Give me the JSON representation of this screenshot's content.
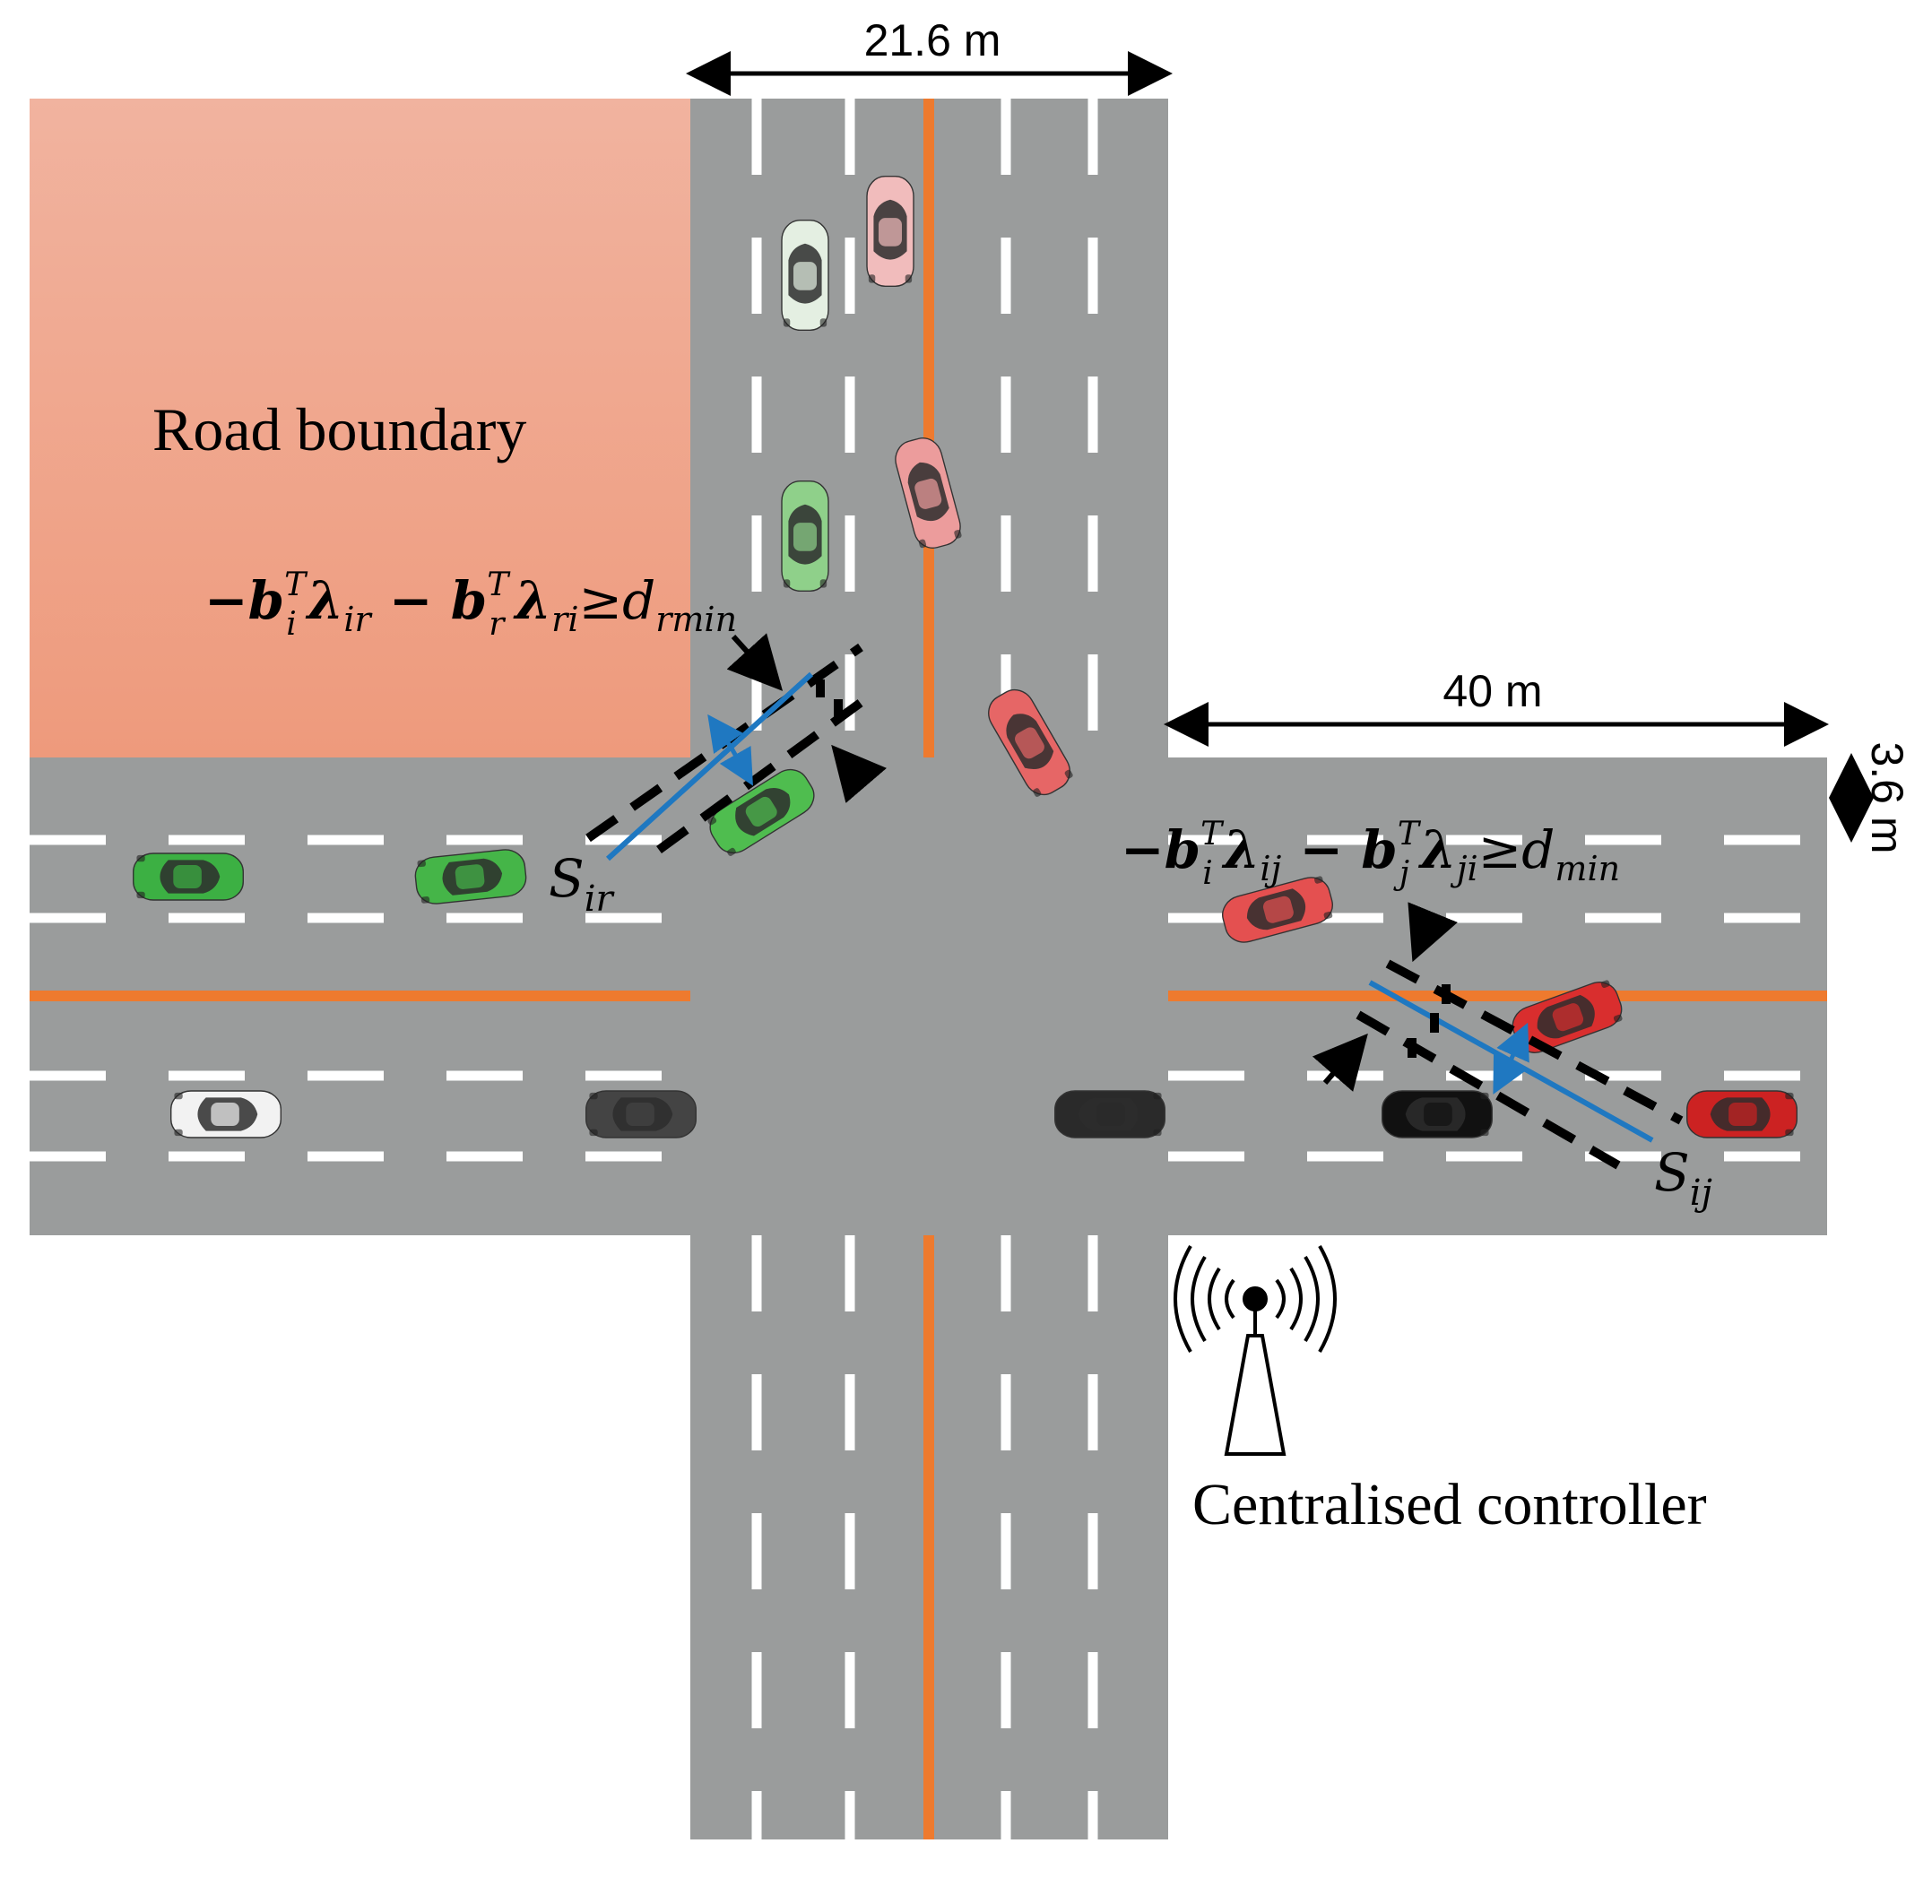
{
  "labels": {
    "top_width": "21.6 m",
    "right_length": "40 m",
    "lane_width": "3.6 m",
    "road_boundary": "Road boundary",
    "controller": "Centralised controller"
  },
  "constraints": {
    "left": {
      "minus1": "−",
      "b1": "b",
      "b1_sup": "T",
      "b1_sub": "i",
      "lambda1": "λ",
      "lambda1_sub": "ir",
      "minus2": " − ",
      "b2": "b",
      "b2_sup": "T",
      "b2_sub": "r",
      "lambda2": "λ",
      "lambda2_sub": "ri",
      "geq": "≥",
      "d": "d",
      "d_sub": "rmin"
    },
    "right": {
      "minus1": "−",
      "b1": "b",
      "b1_sup": "T",
      "b1_sub": "i",
      "lambda1": "λ",
      "lambda1_sub": "ij",
      "minus2": " − ",
      "b2": "b",
      "b2_sup": "T",
      "b2_sub": "j",
      "lambda2": "λ",
      "lambda2_sub": "ji",
      "geq": "≥",
      "d": "d",
      "d_sub": "min"
    }
  },
  "separators": {
    "left": {
      "symbol": "S",
      "sub": "ir"
    },
    "right": {
      "symbol": "S",
      "sub": "ij"
    }
  },
  "colors": {
    "road": "#9a9c9c",
    "boundary_top": "#f1b39f",
    "boundary_bottom": "#ee9a7c",
    "center_line": "#ee7a2e",
    "lane_marking": "#ffffff",
    "separator": "#1f78c1",
    "car_green": "#3cb043",
    "car_red": "#e03a3a",
    "car_black": "#1a1a1a",
    "car_white": "#f2f2f2"
  },
  "icons": {
    "controller": "radio-tower-icon",
    "vehicles": "car-icon"
  }
}
